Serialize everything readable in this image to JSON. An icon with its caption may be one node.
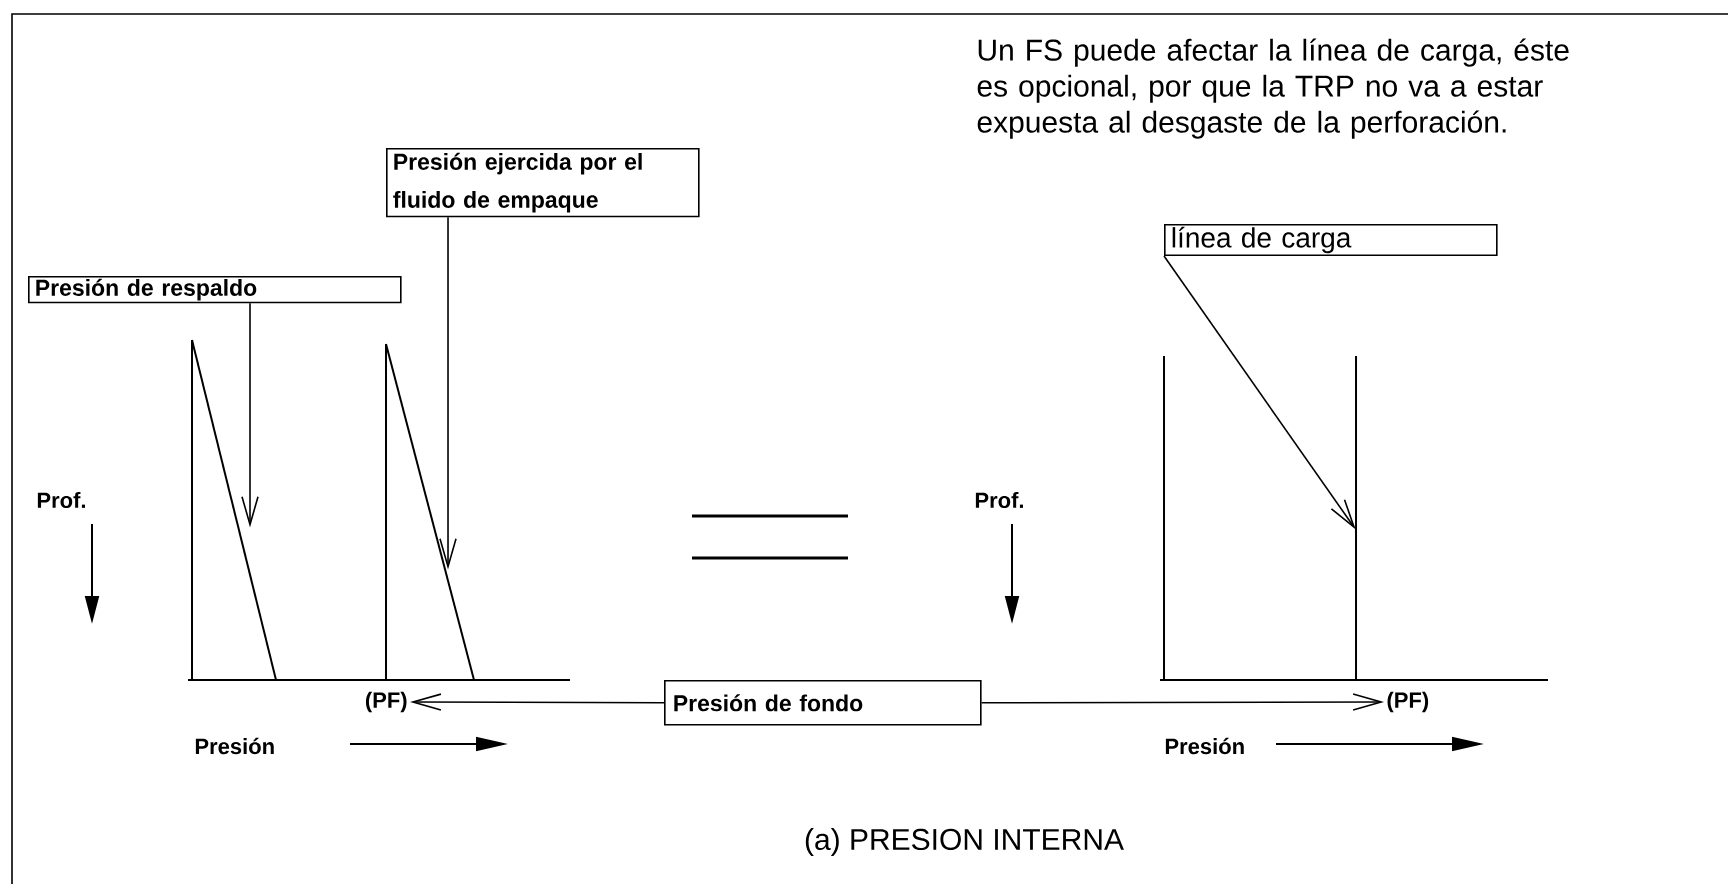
{
  "diagram": {
    "caption": "(a)  PRESION INTERNA",
    "nodes": [
      {
        "text": [
          "Presión ejercida por el fluido de empaque"
        ]
      },
      {
        "text": [
          "Presión de respaldo"
        ]
      },
      {
        "text": [
          "línea de carga"
        ]
      },
      {
        "text": [
          "Presión de fondo"
        ]
      },
      {
        "text": [
          "(PF)"
        ]
      },
      {
        "text": [
          "(PF)"
        ]
      },
      {
        "text": [],
        "shape": "line"
      },
      {
        "text": [],
        "shape": "line"
      },
      {
        "text": [],
        "shape": "line"
      }
    ],
    "edges": [
      {
        "from": 1,
        "to": 6,
        "arrow": "to"
      },
      {
        "from": 0,
        "to": 7,
        "arrow": "to"
      },
      {
        "from": 2,
        "to": 8,
        "arrow": "to"
      },
      {
        "from": 3,
        "to": 4,
        "arrow": "to"
      },
      {
        "from": 3,
        "to": 5,
        "arrow": "to"
      }
    ],
    "labels": [
      "Un FS puede afectar la línea de carga, éste es opcional, por que la TRP no va a estar expuesta al desgaste de la perforación.",
      "Prof.",
      "Prof.",
      "Presión",
      "Presión"
    ]
  }
}
